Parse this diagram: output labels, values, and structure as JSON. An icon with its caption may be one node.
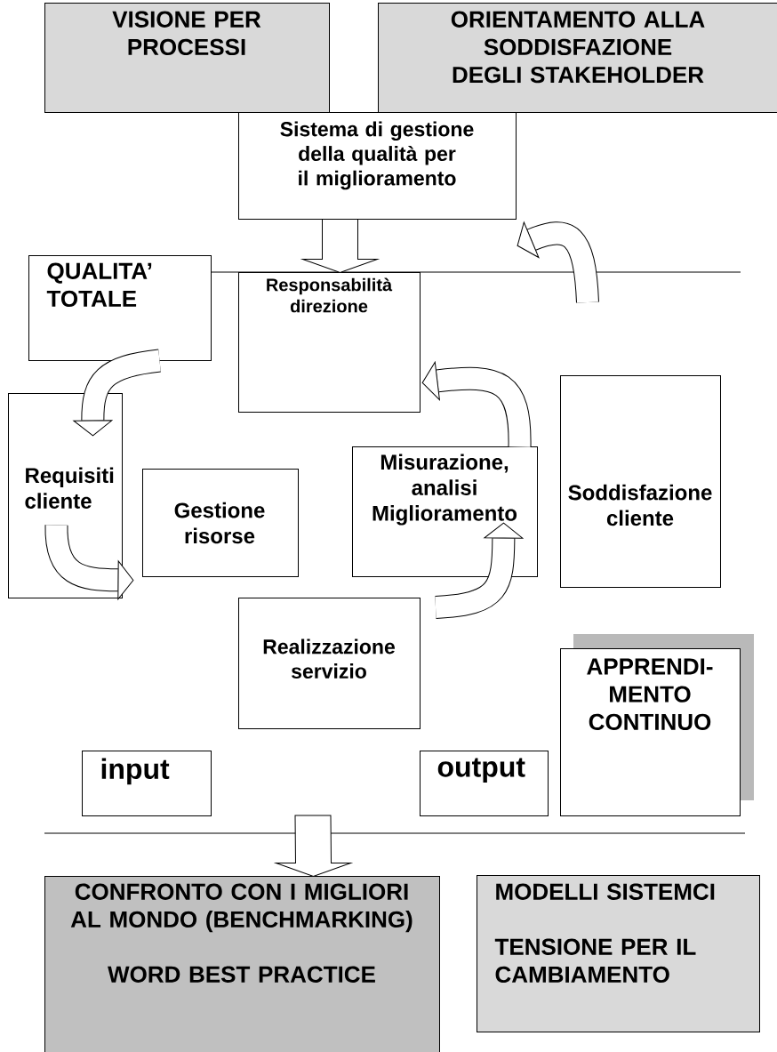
{
  "diagram": {
    "nodes": [
      {
        "text": [
          "VISIONE PER PROCESSI"
        ]
      },
      {
        "text": [
          "ORIENTAMENTO ALLA SODDISFAZIONE DEGLI STAKEHOLDER"
        ]
      },
      {
        "text": [
          "Sistema di gestione della qualità per il miglioramento"
        ]
      },
      {
        "text": [
          "QUALITA’ TOTALE"
        ]
      },
      {
        "text": [
          "Responsabilità direzione"
        ]
      },
      {
        "text": [
          "Requisiti cliente"
        ]
      },
      {
        "text": [
          "Gestione risorse"
        ]
      },
      {
        "text": [
          "Misurazione, analisi Miglioramento"
        ]
      },
      {
        "text": [
          "Soddisfazione cliente"
        ]
      },
      {
        "text": [
          "Realizzazione servizio"
        ]
      },
      {
        "text": [
          "APPRENDI- MENTO CONTINUO"
        ]
      },
      {
        "text": [
          "input"
        ]
      },
      {
        "text": [
          "output"
        ]
      },
      {
        "text": [
          "CONFRONTO CON I MIGLIORI AL MONDO (BENCHMARKING)",
          "WORD BEST PRACTICE"
        ]
      },
      {
        "text": [
          "MODELLI SISTEMCI",
          "TENSIONE PER IL CAMBIAMENTO"
        ]
      }
    ],
    "edges": [
      {
        "from": 2,
        "to": 4,
        "arrow": "to"
      },
      {
        "from": null,
        "to": 2,
        "arrow": "to"
      },
      {
        "from": 3,
        "to": 5,
        "arrow": "to"
      },
      {
        "from": 5,
        "to": 6,
        "arrow": "to"
      },
      {
        "from": null,
        "to": 7,
        "arrow": "to"
      },
      {
        "from": 7,
        "to": 4,
        "arrow": "to"
      },
      {
        "from": null,
        "to": 13,
        "arrow": "to"
      }
    ]
  }
}
